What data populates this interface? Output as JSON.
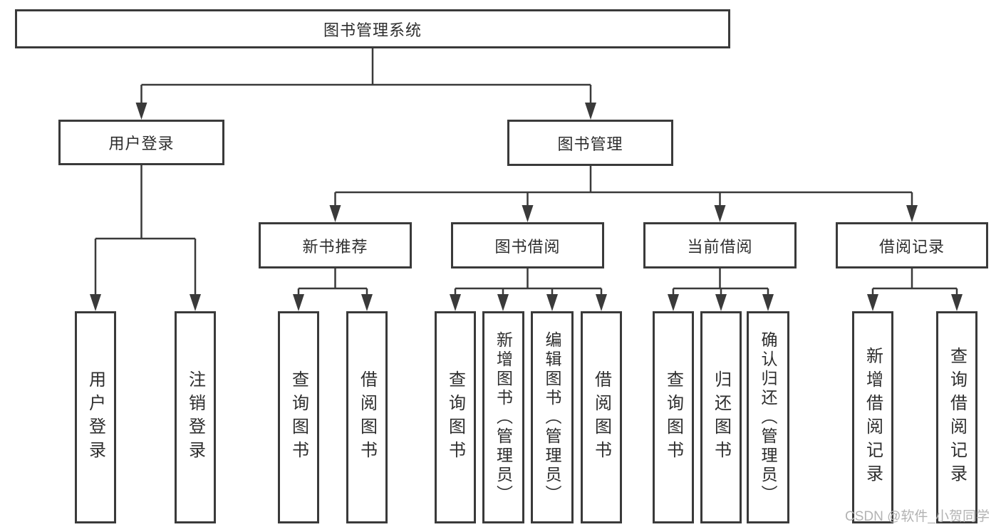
{
  "diagram": {
    "watermark": "CSDN @软件_小贺同学",
    "colors": {
      "line": "#3a3a3a",
      "text": "#2e2e2e",
      "watermark": "#b3b3b3",
      "background": "#ffffff"
    },
    "nodes": {
      "root": {
        "label": "图书管理系统"
      },
      "user_login": {
        "label": "用户登录"
      },
      "book_mgmt": {
        "label": "图书管理"
      },
      "new_book_rec": {
        "label": "新书推荐"
      },
      "book_borrow": {
        "label": "图书借阅"
      },
      "current_borrow": {
        "label": "当前借阅"
      },
      "borrow_record": {
        "label": "借阅记录"
      },
      "leaf_user_login": {
        "label": "用户登录"
      },
      "leaf_logout": {
        "label": "注销登录"
      },
      "leaf_query_book_1": {
        "label": "查询图书"
      },
      "leaf_borrow_book_1": {
        "label": "借阅图书"
      },
      "leaf_query_book_2": {
        "label": "查询图书"
      },
      "leaf_add_book": {
        "label": "新增图书（管理员）"
      },
      "leaf_edit_book": {
        "label": "编辑图书（管理员）"
      },
      "leaf_borrow_book_2": {
        "label": "借阅图书"
      },
      "leaf_query_book_3": {
        "label": "查询图书"
      },
      "leaf_return_book": {
        "label": "归还图书"
      },
      "leaf_confirm_return": {
        "label": "确认归还（管理员）"
      },
      "leaf_add_record": {
        "label": "新增借阅记录"
      },
      "leaf_query_record": {
        "label": "查询借阅记录"
      }
    }
  }
}
